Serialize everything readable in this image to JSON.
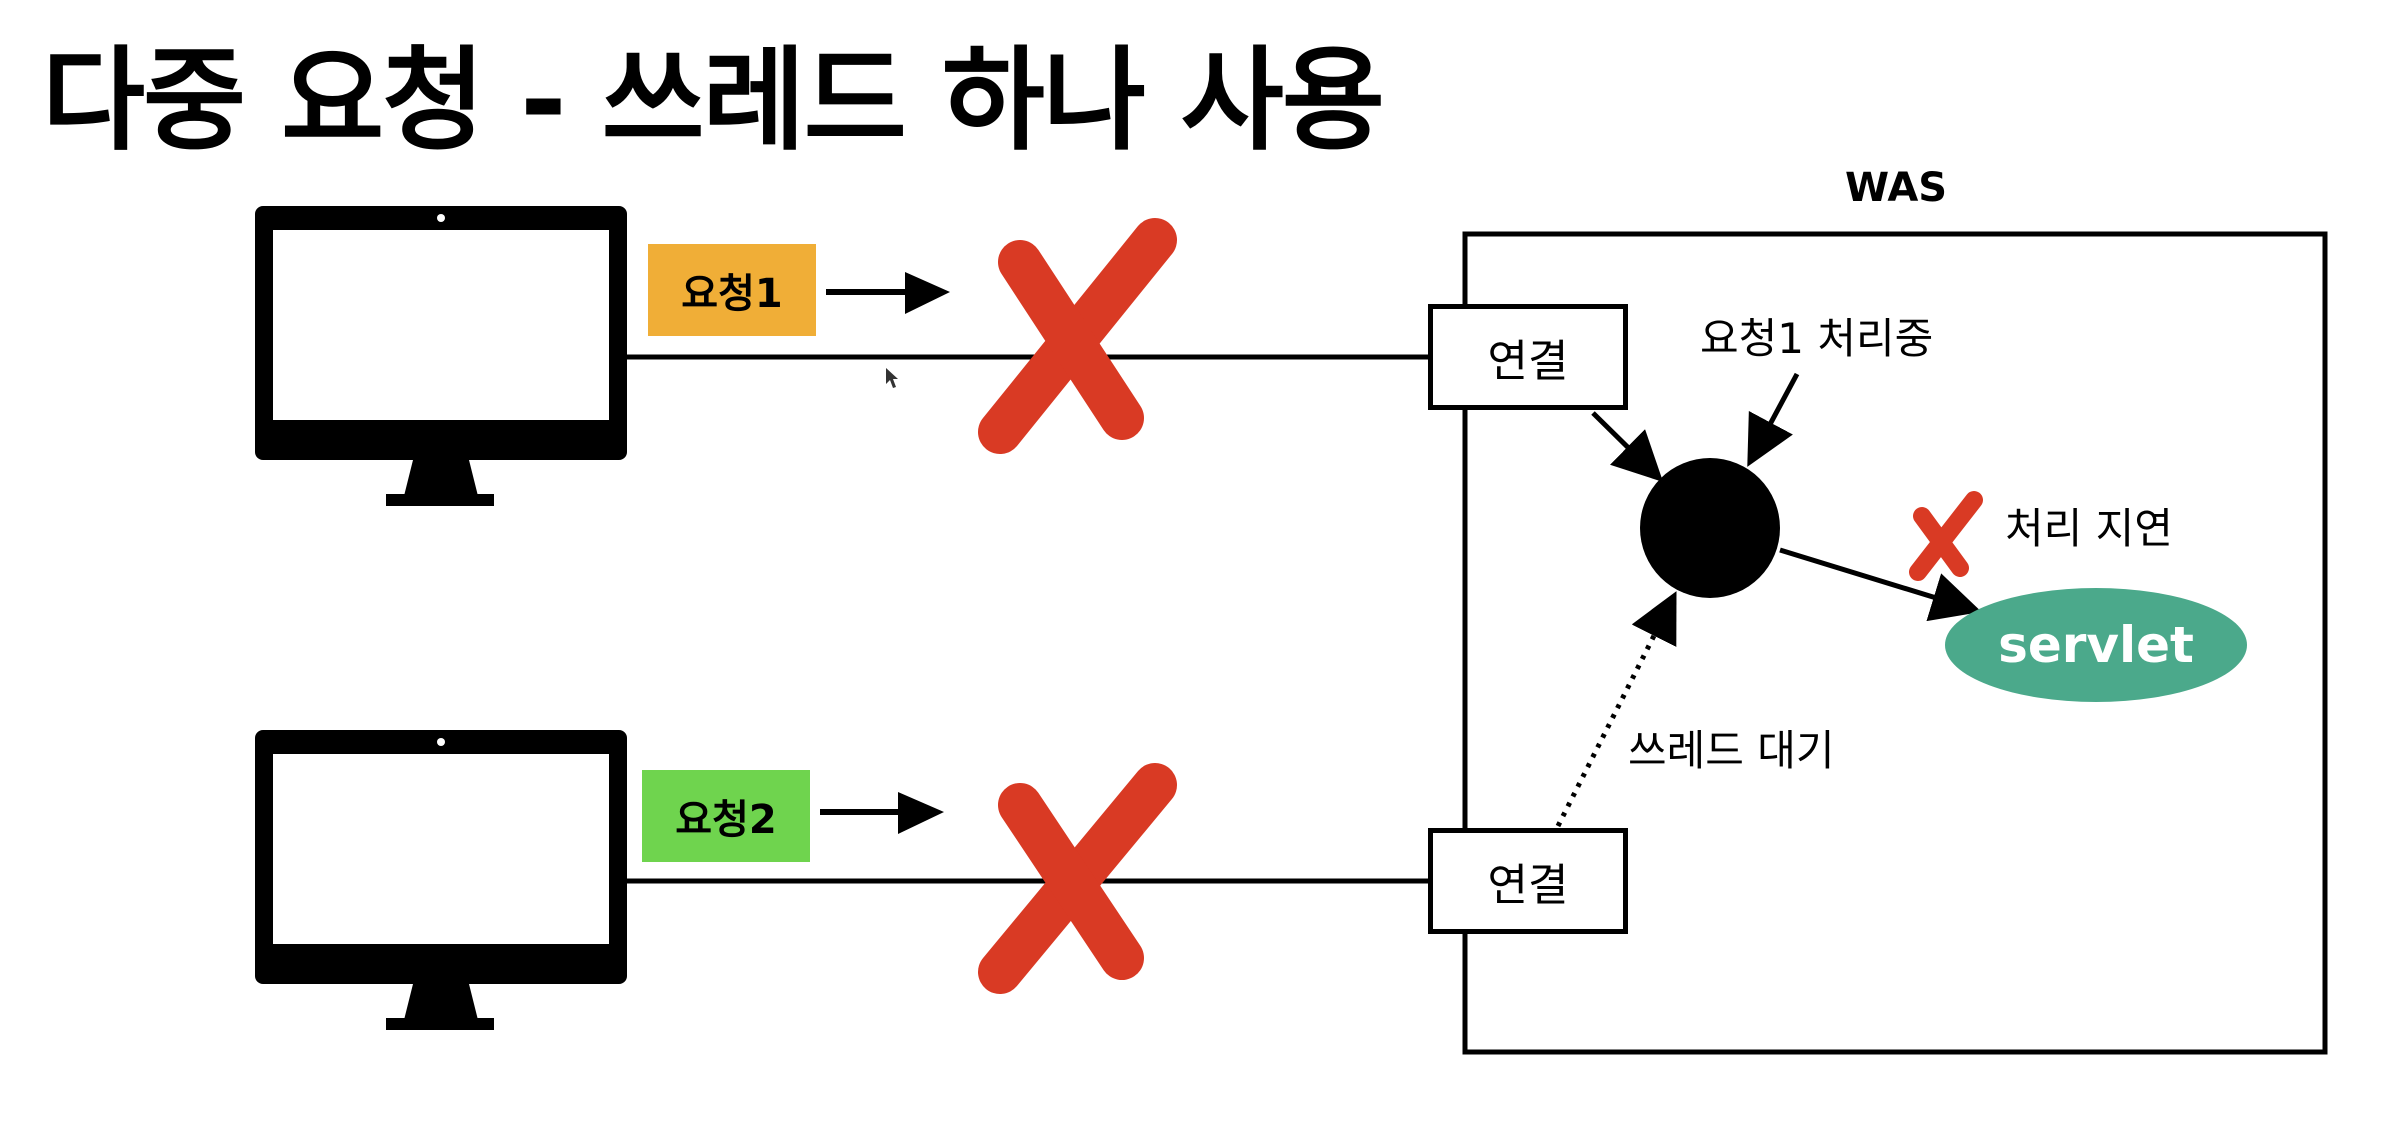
{
  "title": "다중 요청 - 쓰레드 하나 사용",
  "was": {
    "label": "WAS",
    "connection_1": "연결",
    "connection_2": "연결",
    "thread_note": "요청1 처리중",
    "delay_note": "처리 지연",
    "wait_note": "쓰레드 대기",
    "servlet": "servlet"
  },
  "requests": [
    {
      "label": "요청1",
      "color": "#F0AE37"
    },
    {
      "label": "요청2",
      "color": "#6FD44E"
    }
  ],
  "colors": {
    "x_mark": "#D93A24",
    "servlet": "#4BA98B",
    "thread": "#000000"
  },
  "icons": [
    "monitor-icon",
    "monitor-icon",
    "arrow-right-icon",
    "arrow-right-icon",
    "x-mark-icon",
    "x-mark-icon",
    "x-mark-icon"
  ]
}
